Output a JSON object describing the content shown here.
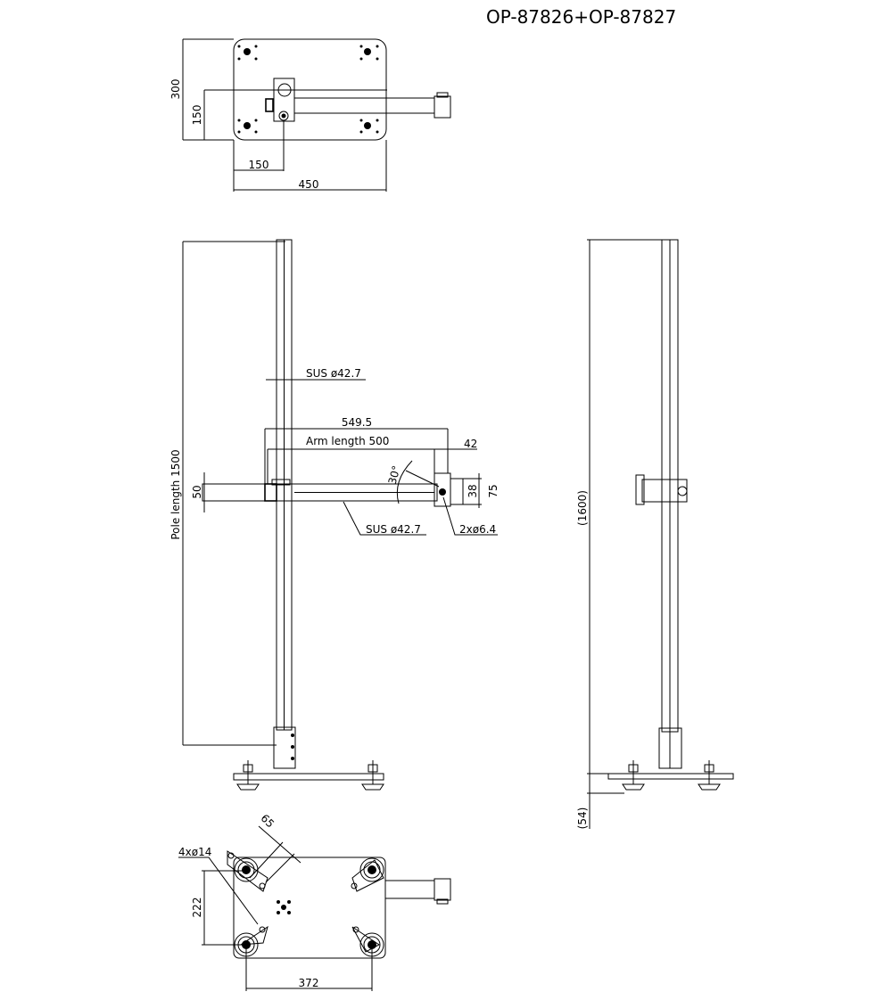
{
  "title": "OP-87826+OP-87827",
  "top_view": {
    "dim_depth": "300",
    "dim_pole_y": "150",
    "dim_pole_x": "150",
    "dim_width": "450"
  },
  "front_view": {
    "pole_label": "Pole length 1500",
    "pole_material": "SUS ø42.7",
    "dim_overall_arm": "549.5",
    "arm_label": "Arm length 500",
    "dim_block": "42",
    "dim_arm_height": "50",
    "angle": "30°",
    "dim_38": "38",
    "dim_75": "75",
    "arm_material": "SUS ø42.7",
    "holes": "2xø6.4"
  },
  "side_view": {
    "dim_height": "(1600)",
    "dim_base": "(54)"
  },
  "bottom_view": {
    "holes": "4xø14",
    "dim_65": "65",
    "dim_222": "222",
    "dim_372": "372"
  }
}
